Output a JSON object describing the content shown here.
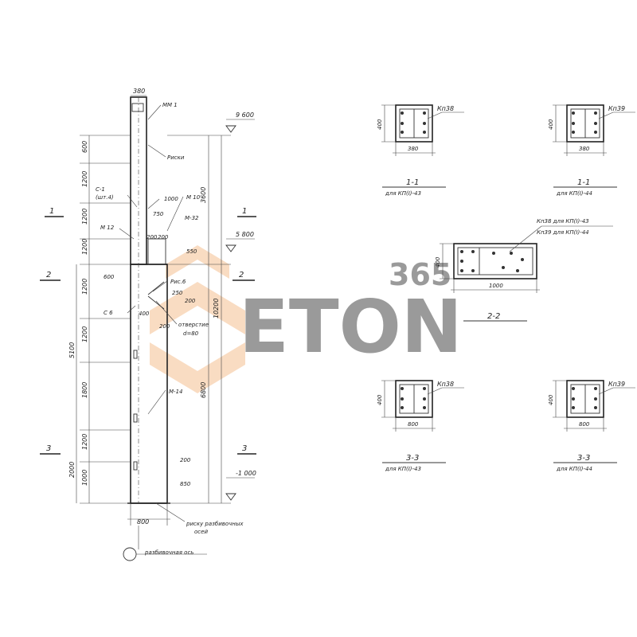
{
  "column": {
    "top_width": "380",
    "base_width": "800",
    "marks": [
      "ММ 1",
      "Риски",
      "С-1",
      "(шт.4)",
      "1000",
      "М 10",
      "750",
      "М-32",
      "М 12",
      "200",
      "200",
      "550",
      "600",
      "Рис.6",
      "250",
      "200",
      "С 6",
      "400",
      "200",
      "отверстие",
      "d=80",
      "М-14",
      "200",
      "850",
      "риску разбивочных",
      "осей",
      "разбивочная ось"
    ],
    "left_dims": [
      "600",
      "1200",
      "1200",
      "1200",
      "1200",
      "1200",
      "1800",
      "1200",
      "1000"
    ],
    "left_long_dims": [
      "5100",
      "2000"
    ],
    "right_dims": [
      "3600",
      "10200",
      "6800"
    ],
    "levels": [
      "9 600",
      "5 800",
      "-1 000"
    ],
    "cut_marks": [
      "1",
      "1",
      "2",
      "2",
      "3",
      "3"
    ]
  },
  "sections": [
    {
      "label": "1-1",
      "sub": "для КП(I)-43",
      "dim_h": "400",
      "dim_w": "380",
      "tag": "Кп38"
    },
    {
      "label": "1-1",
      "sub": "для КП(I)-44",
      "dim_h": "400",
      "dim_w": "380",
      "tag": "Кп39"
    },
    {
      "label": "2-2",
      "sub": "",
      "dim_h": "400",
      "dim_w": "1000",
      "tag": "Кп38 для КП(I)-43",
      "tag2": "Кп39 для КП(I)-44"
    },
    {
      "label": "3-3",
      "sub": "для КП(I)-43",
      "dim_h": "400",
      "dim_w": "800",
      "tag": "Кп38"
    },
    {
      "label": "3-3",
      "sub": "для КП(I)-44",
      "dim_h": "400",
      "dim_w": "800",
      "tag": "Кп39"
    }
  ],
  "watermark": {
    "text": "ETON",
    "num": "365",
    "color": "#f2b27a"
  }
}
